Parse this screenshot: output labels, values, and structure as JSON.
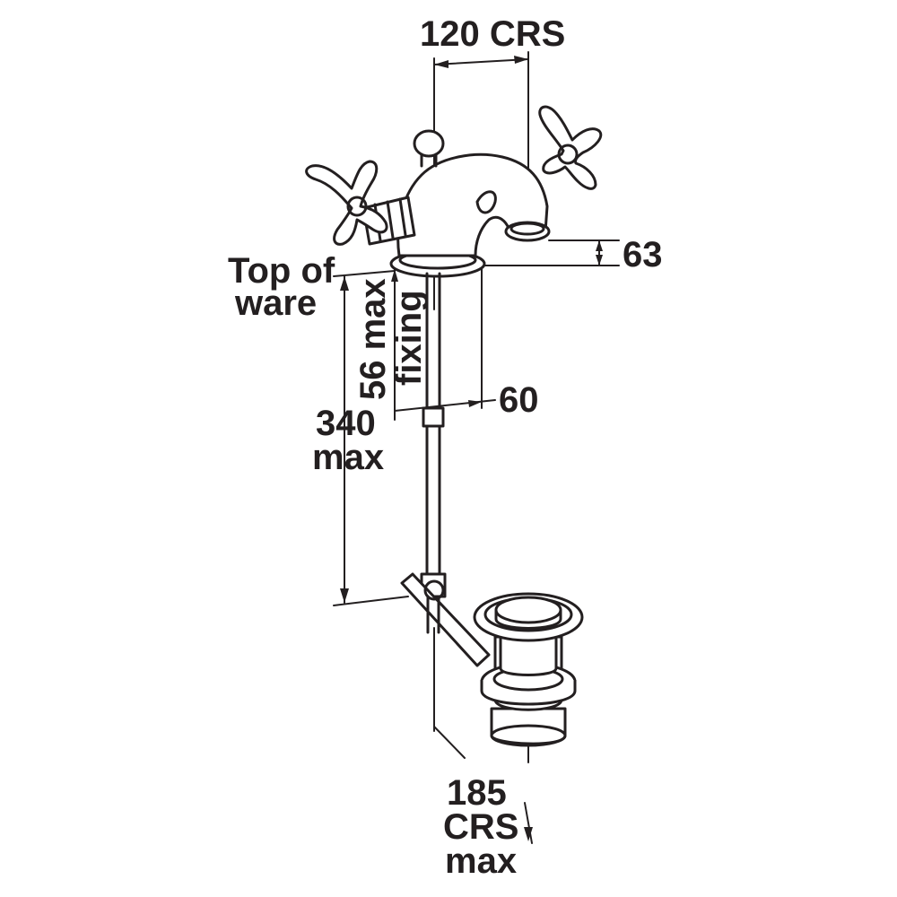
{
  "labels": {
    "crs_120": "120 CRS",
    "dim_63": "63",
    "top_of_ware_line1": "Top of",
    "top_of_ware_line2": "ware",
    "fixing_56_line1": "56 max",
    "fixing_56_line2": "fixing",
    "dim_60": "60",
    "max_340_line1": "340",
    "max_340_line2": "max",
    "crs_185_line1": "185",
    "crs_185_line2": "CRS",
    "crs_185_line3": "max"
  },
  "colors": {
    "ink": "#231f20",
    "background": "#ffffff"
  }
}
